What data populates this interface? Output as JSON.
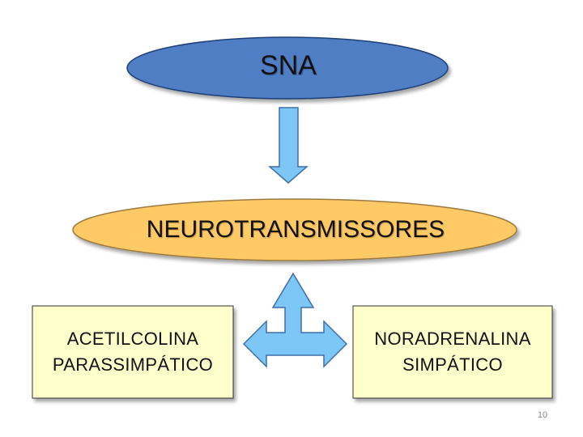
{
  "nodes": {
    "top": {
      "label": "SNA",
      "fill": "#4F7EC5",
      "stroke": "#1F3F74"
    },
    "middle": {
      "label": "NEUROTRANSMISSORES",
      "fill": "#FFC966",
      "stroke": "#9A7A3C"
    },
    "left": {
      "line1": "ACETILCOLINA",
      "line2": "PARASSIMPÁTICO",
      "fill": "#FFFFCC",
      "stroke": "#333333"
    },
    "right": {
      "line1": "NORADRENALINA",
      "line2": "SIMPÁTICO",
      "fill": "#FFFFCC",
      "stroke": "#333333"
    }
  },
  "arrows": {
    "down": {
      "fill": "#7CC7F5",
      "stroke": "#3F6FA8"
    },
    "three_way": {
      "fill": "#7CC7F5",
      "stroke": "#3F6FA8"
    }
  },
  "page_number": "10"
}
